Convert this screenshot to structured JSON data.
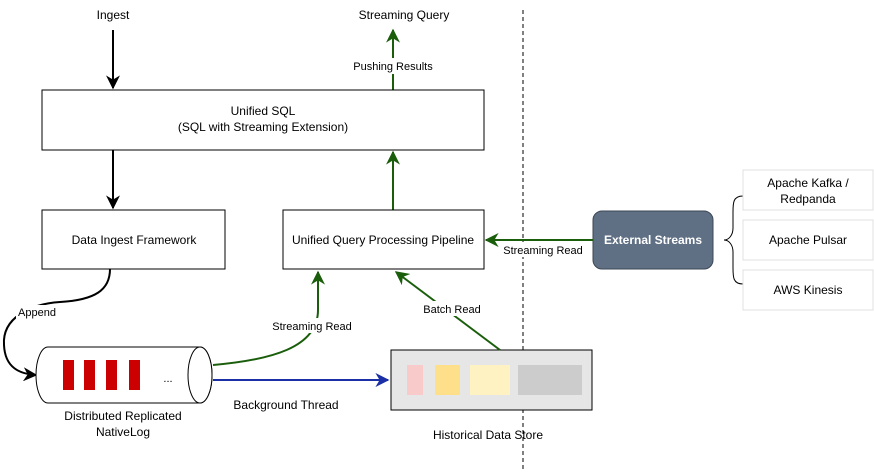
{
  "labels": {
    "ingest": "Ingest",
    "streaming_query": "Streaming Query",
    "pushing_results": "Pushing Results",
    "unified_sql_line1": "Unified SQL",
    "unified_sql_line2": "(SQL with Streaming Extension)",
    "data_ingest_framework": "Data Ingest Framework",
    "unified_query_pipeline": "Unified Query Processing Pipeline",
    "external_streams": "External Streams",
    "streaming_read_external": "Streaming Read",
    "kafka_line1": "Apache Kafka /",
    "kafka_line2": "Redpanda",
    "pulsar": "Apache Pulsar",
    "kinesis": "AWS Kinesis",
    "append": "Append",
    "streaming_read_log": "Streaming Read",
    "batch_read": "Batch Read",
    "log_ellipsis": "...",
    "log_line1": "Distributed Replicated",
    "log_line2": "NativeLog",
    "background_thread": "Background Thread",
    "historical_store": "Historical Data Store"
  },
  "colors": {
    "green_arrow": "#1a5e0c",
    "blue_arrow": "#1b2fa6",
    "black_arrow": "#000000",
    "external_fill": "#5f6f84",
    "log_block": "#cc0000",
    "store_fill": "#e6e6e6",
    "store_block_pink": "#f8caca",
    "store_block_orange": "#ffe08a",
    "store_block_yellow": "#fff2c2",
    "store_block_gray": "#cccccc"
  }
}
